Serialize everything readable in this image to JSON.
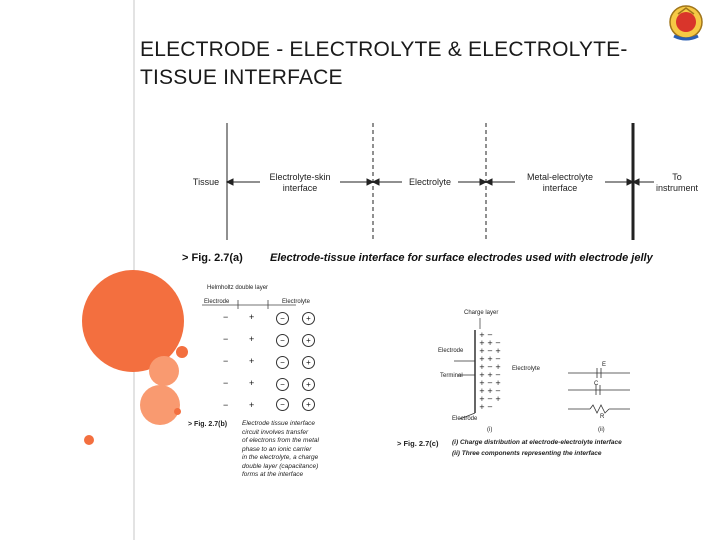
{
  "slide": {
    "title": "ELECTRODE - ELECTROLYTE & ELECTROLYTE-TISSUE INTERFACE",
    "colors": {
      "accent": "#F36F3F",
      "accent_light": "#F99A70"
    }
  },
  "figure_a": {
    "labels": {
      "tissue": "Tissue",
      "electrolyte_skin": "Electrolyte-skin interface",
      "electrolyte": "Electrolyte",
      "metal_electrolyte": "Metal-electrolyte interface",
      "instrument": "To instrument"
    },
    "fig_ref": "Fig. 2.7(a)",
    "caption": "Electrode-tissue interface for surface electrodes used with electrode jelly"
  },
  "figure_b": {
    "helmholtz": "Helmholtz double layer",
    "electrode": "Electrode",
    "electrolyte": "Electrolyte",
    "fig_ref": "Fig. 2.7(b)",
    "caption_lines": [
      "Electrode tissue interface",
      "circuit involves transfer",
      "of electrons from the metal",
      "phase to an ionic carrier",
      "in the electrolyte, a charge",
      "double layer (capacitance)",
      "forms at the interface"
    ]
  },
  "figure_c": {
    "charge_layer": "Charge layer",
    "electrode": "Electrode",
    "terminal": "Terminal",
    "electrolyte": "Electrolyte",
    "electrode_bottom": "Electrode",
    "label_i": "(i)",
    "label_ii": "(ii)",
    "comp_e": "E",
    "comp_c": "C",
    "comp_r": "R",
    "fig_ref": "Fig. 2.7(c)",
    "caption_i": "(i)  Charge distribution at electrode-electrolyte interface",
    "caption_ii": "(ii)  Three components representing the interface"
  }
}
